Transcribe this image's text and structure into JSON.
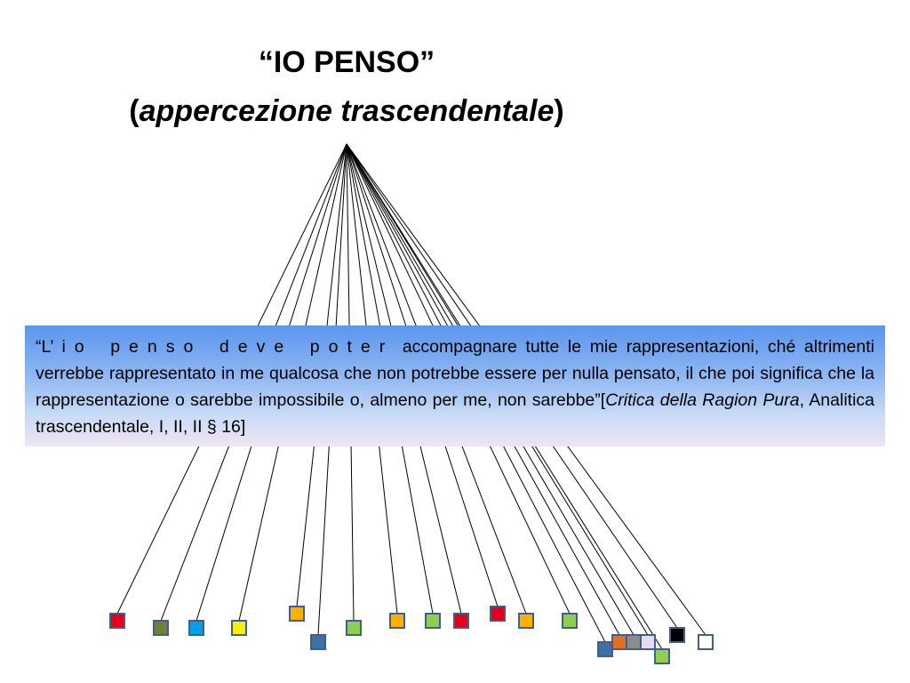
{
  "title": {
    "line1": "“IO PENSO”",
    "line2_open": "(",
    "line2_italic": "appercezione trascendentale",
    "line2_close": ")"
  },
  "quote": {
    "open_quote": "“L’ ",
    "spaced_words": "io penso deve poter",
    "text_main": " accompagnare tutte le mie rappresentazioni, ché altrimenti verrebbe rappresentato in me qualcosa che non potrebbe essere per nulla pensato, il che poi significa che la rappresentazione o sarebbe impossibile o, almeno per me, non sarebbe”[",
    "source_italic": "Critica della Ragion Pura",
    "source_rest": ", Analitica trascendentale, I, II, II § 16]"
  },
  "colors": {
    "red": "#e3001b",
    "olive": "#6f7f3a",
    "blue": "#00a0e6",
    "yellow": "#f5ee10",
    "amber": "#ffb000",
    "steel": "#3e6fa5",
    "green": "#8fcf50",
    "orange": "#e07020",
    "gray": "#8c8c8c",
    "lavender": "#e6dcef",
    "black": "#000000",
    "white": "#ffffff",
    "border": "#3f5f8f"
  }
}
